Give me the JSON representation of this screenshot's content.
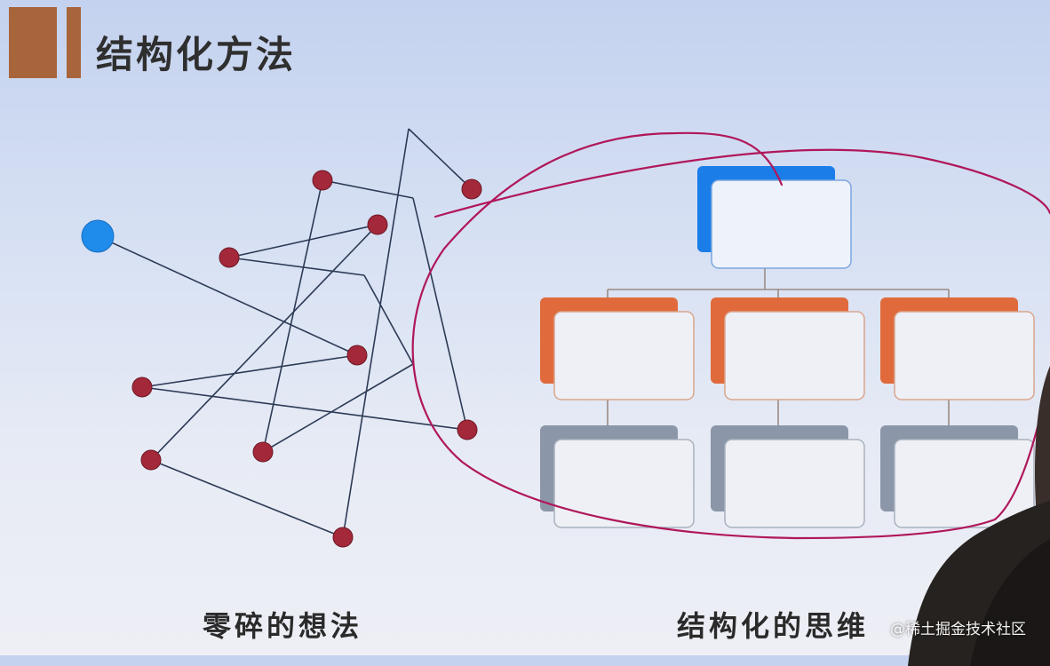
{
  "slide": {
    "title": "结构化方法",
    "captions": {
      "left": "零碎的想法",
      "right": "结构化的思维"
    },
    "watermark": "@稀土掘金技术社区",
    "colors": {
      "title_accent": "#a8643a",
      "fragment_node": "#a3283a",
      "start_node": "#1f8bea",
      "org_top": "#1a7de8",
      "org_mid": "#e06a3c",
      "org_bottom": "#8b97a8",
      "annotation": "#b0175a"
    }
  }
}
